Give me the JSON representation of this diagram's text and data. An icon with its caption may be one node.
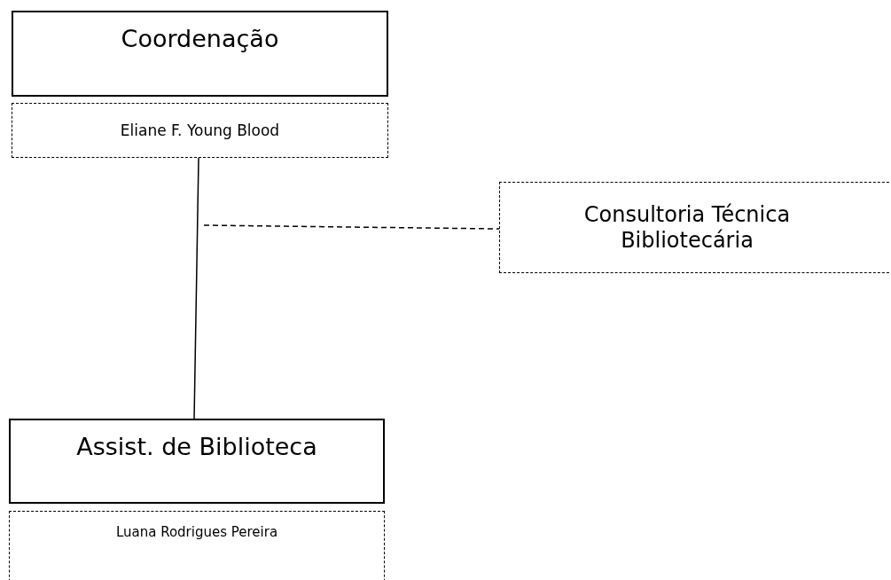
{
  "diagram": {
    "nodes": [
      {
        "text": [
          "Coordenação"
        ]
      },
      {
        "text": [
          "Eliane F. Young Blood"
        ]
      },
      {
        "text": [
          "Consultoria Técnica Bibliotecária"
        ]
      },
      {
        "text": [
          "Assist. de Biblioteca"
        ]
      },
      {
        "text": [
          "Luana Rodrigues Pereira"
        ]
      }
    ],
    "edges": [
      {
        "from": 1,
        "to": 3,
        "arrow": "none"
      },
      {
        "from": null,
        "to": 2,
        "arrow": "none",
        "style": "dashed"
      }
    ]
  }
}
